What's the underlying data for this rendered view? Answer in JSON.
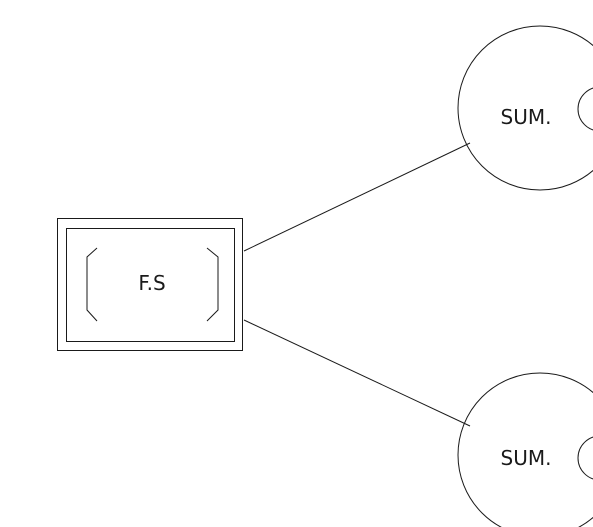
{
  "nodes": {
    "fs_box": {
      "label": "F.S"
    },
    "sum_top": {
      "label": "SUM."
    },
    "sum_bottom": {
      "label": "SUM."
    }
  }
}
